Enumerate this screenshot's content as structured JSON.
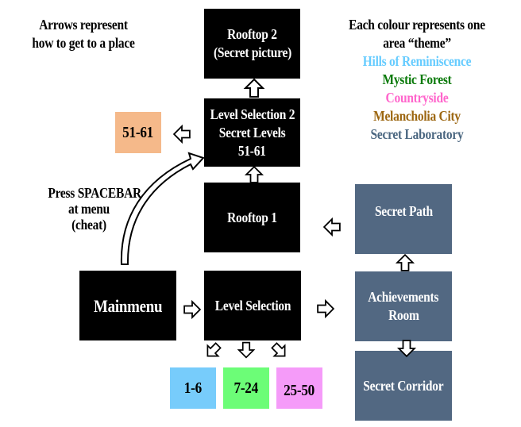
{
  "notes": {
    "arrows_note": [
      "Arrows represent",
      "how to get to a place"
    ],
    "cheat_note": [
      "Press SPACEBAR",
      "at menu",
      "(cheat)"
    ]
  },
  "legend": {
    "title": [
      "Each colour represents one",
      "area “theme”"
    ],
    "items": [
      {
        "label": "Hills of Reminiscence",
        "color": "#66ccff"
      },
      {
        "label": "Mystic Forest",
        "color": "#0a7a0a"
      },
      {
        "label": "Countryside",
        "color": "#ff66cc"
      },
      {
        "label": "Melancholia City",
        "color": "#9c6610"
      },
      {
        "label": "Secret Laboratory",
        "color": "#4a6680"
      }
    ]
  },
  "nodes": {
    "rooftop2": {
      "lines": [
        "Rooftop 2",
        "(Secret picture)"
      ],
      "color": "#000000"
    },
    "level_selection_2": {
      "lines": [
        "Level Selection 2",
        "Secret Levels",
        "51-61"
      ],
      "color": "#000000"
    },
    "secret_levels_box": {
      "label": "51-61",
      "color": "#f5b98a"
    },
    "rooftop1": {
      "label": "Rooftop 1",
      "color": "#000000"
    },
    "mainmenu": {
      "label": "Mainmenu",
      "color": "#000000"
    },
    "level_selection": {
      "label": "Level Selection",
      "color": "#000000"
    },
    "levels_1_6": {
      "label": "1-6",
      "color": "#77ccfb"
    },
    "levels_7_24": {
      "label": "7-24",
      "color": "#6cfd77"
    },
    "levels_25_50": {
      "label": "25-50",
      "color": "#f59bf9"
    },
    "secret_path": {
      "label": "Secret Path",
      "color": "#526882"
    },
    "achievements_room": {
      "lines": [
        "Achievements",
        "Room"
      ],
      "color": "#526882"
    },
    "secret_corridor": {
      "label": "Secret Corridor",
      "color": "#526882"
    }
  },
  "connections": [
    {
      "from": "Level Selection 2",
      "to": "Rooftop 2"
    },
    {
      "from": "Level Selection 2",
      "to": "51-61"
    },
    {
      "from": "Rooftop 1",
      "to": "Level Selection 2"
    },
    {
      "from": "Mainmenu",
      "to": "Level Selection 2",
      "label": "Press SPACEBAR at menu (cheat)"
    },
    {
      "from": "Mainmenu",
      "to": "Level Selection"
    },
    {
      "from": "Level Selection",
      "to": "Achievements Room"
    },
    {
      "from": "Level Selection",
      "to": "1-6"
    },
    {
      "from": "Level Selection",
      "to": "7-24"
    },
    {
      "from": "Level Selection",
      "to": "25-50"
    },
    {
      "from": "Achievements Room",
      "to": "Secret Path"
    },
    {
      "from": "Achievements Room",
      "to": "Secret Corridor"
    },
    {
      "from": "Secret Path",
      "to": "Rooftop 1"
    }
  ]
}
